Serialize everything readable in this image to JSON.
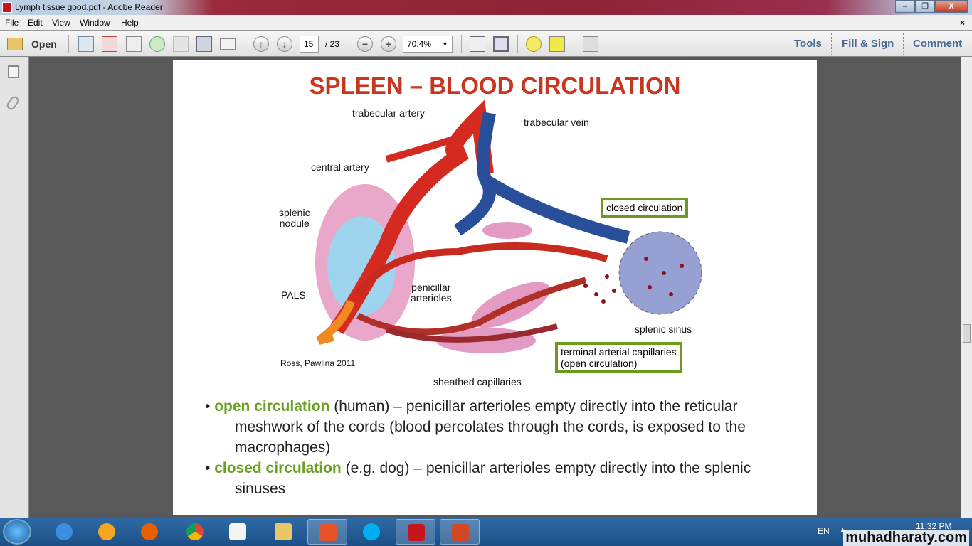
{
  "window": {
    "title": "Lymph tissue good.pdf - Adobe Reader",
    "minimize": "–",
    "restore": "❐",
    "close": "X"
  },
  "menu": [
    "File",
    "Edit",
    "View",
    "Window",
    "Help"
  ],
  "menu_close": "×",
  "toolbar": {
    "open_label": "Open",
    "page_current": "15",
    "page_total": "/ 23",
    "zoom": "70.4%",
    "tools": "Tools",
    "fill_sign": "Fill & Sign",
    "comment": "Comment"
  },
  "slide": {
    "title": "SPLEEN – BLOOD CIRCULATION",
    "labels": {
      "trabecular_artery": "trabecular artery",
      "trabecular_vein": "trabecular vein",
      "central_artery": "central artery",
      "splenic_nodule": "splenic\nnodule",
      "pals": "PALS",
      "penicillar_arterioles": "penicillar\narterioles",
      "closed_circulation_box": "closed circulation",
      "splenic_sinus": "splenic sinus",
      "terminal_box": "terminal arterial capillaries\n(open circulation)",
      "sheathed_capillaries": "sheathed capillaries",
      "credit": "Ross, Pawlina 2011"
    },
    "bullets": [
      {
        "term": "open circulation",
        "text": " (human) – penicillar arterioles empty directly into the reticular meshwork of the cords (blood percolates through the cords, is exposed to the macrophages)"
      },
      {
        "term": "closed circulation",
        "text": " (e.g. dog) – penicillar arterioles empty directly into the splenic sinuses"
      }
    ]
  },
  "taskbar": {
    "lang": "EN",
    "time": "11:32 PM"
  },
  "watermark": "muhadharaty.com"
}
